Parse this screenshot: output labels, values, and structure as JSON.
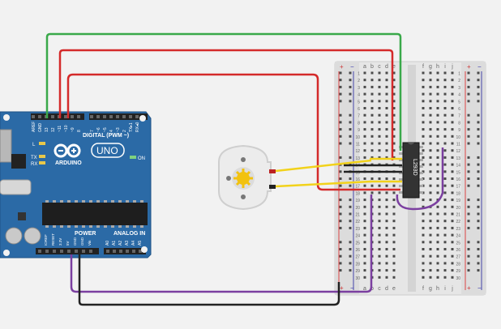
{
  "arduino": {
    "brand": "ARDUINO",
    "model": "UNO",
    "digital_label": "DIGITAL (PWM ~)",
    "power_label": "POWER",
    "analog_label": "ANALOG IN",
    "on_label": "ON",
    "l_label": "L",
    "tx_label": "TX",
    "rx_label": "RX",
    "top_pins": [
      "AREF",
      "GND",
      "13",
      "12",
      "~11",
      "~10",
      "~9",
      "8",
      "7",
      "~6",
      "~5",
      "4",
      "~3",
      "2",
      "TX▸1",
      "RX◂0"
    ],
    "power_pins": [
      "IOREF",
      "RESET",
      "3.3V",
      "5V",
      "GND",
      "GND",
      "Vin"
    ],
    "analog_pins": [
      "A0",
      "A1",
      "A2",
      "A3",
      "A4",
      "A5"
    ]
  },
  "breadboard": {
    "col_letters_left": [
      "a",
      "b",
      "c",
      "d",
      "e"
    ],
    "col_letters_right": [
      "f",
      "g",
      "h",
      "i",
      "j"
    ],
    "plus": "+",
    "minus": "−",
    "rows": 30
  },
  "chip": {
    "label": "L293D"
  },
  "motor": {
    "icon": "dc-motor-icon"
  },
  "colors": {
    "board": "#2b6aa6",
    "wire_green": "#3aa94a",
    "wire_red": "#d42a2a",
    "wire_yellow": "#f2d21b",
    "wire_black": "#222222",
    "wire_purple": "#7b3fa0"
  }
}
